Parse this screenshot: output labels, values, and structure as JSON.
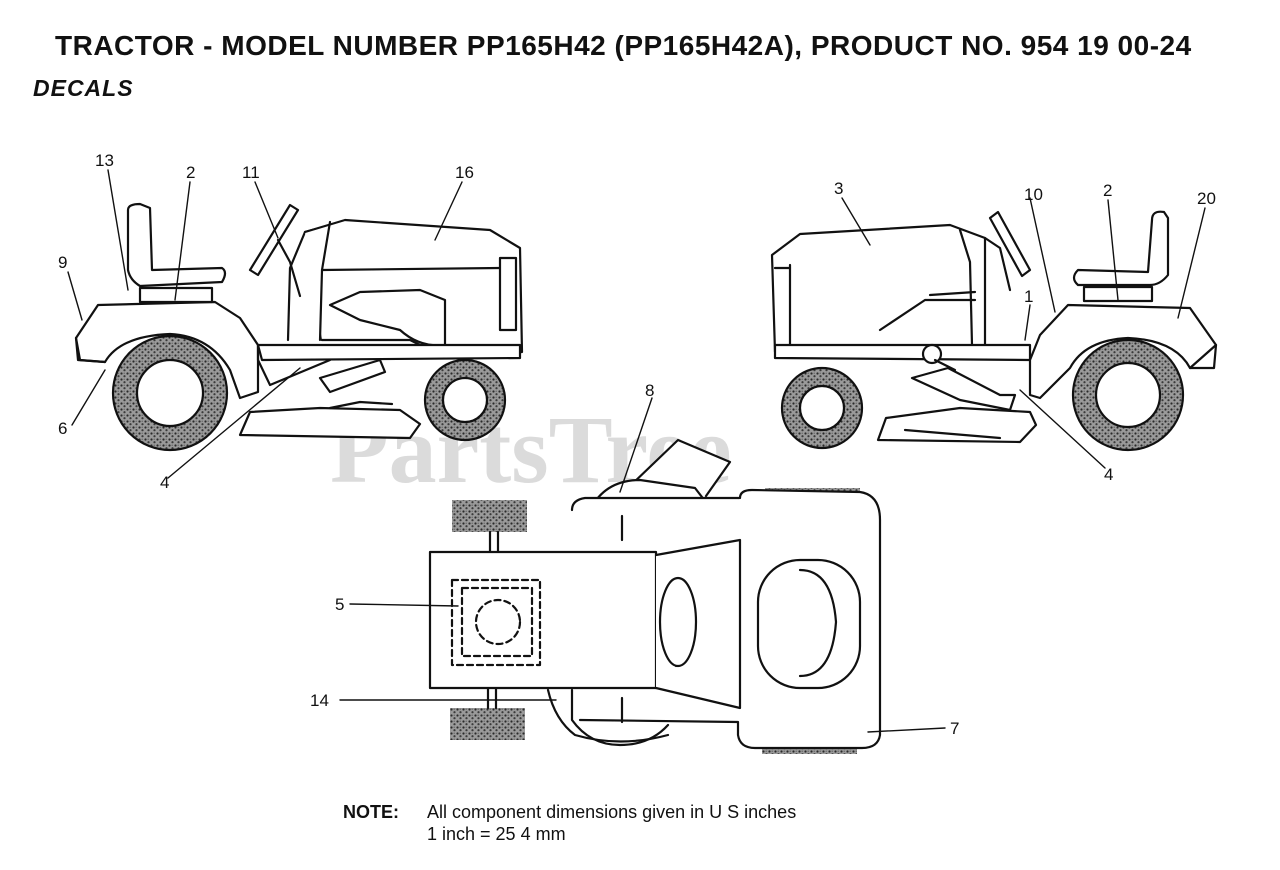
{
  "header": {
    "title": "TRACTOR - MODEL NUMBER PP165H42 (PP165H42A), PRODUCT NO. 954 19 00-24",
    "subtitle": "DECALS"
  },
  "watermark": "PartsTree",
  "callouts": {
    "left_view": [
      "13",
      "2",
      "11",
      "16",
      "9",
      "6",
      "4"
    ],
    "right_view": [
      "3",
      "10",
      "2",
      "20",
      "1",
      "4"
    ],
    "top_view": [
      "8",
      "5",
      "14",
      "7"
    ]
  },
  "note": {
    "label": "NOTE:",
    "line1": "All component dimensions given in U S  inches",
    "line2": "1 inch = 25 4 mm"
  },
  "colors": {
    "line": "#111111",
    "watermark": "#cfcfcf"
  }
}
